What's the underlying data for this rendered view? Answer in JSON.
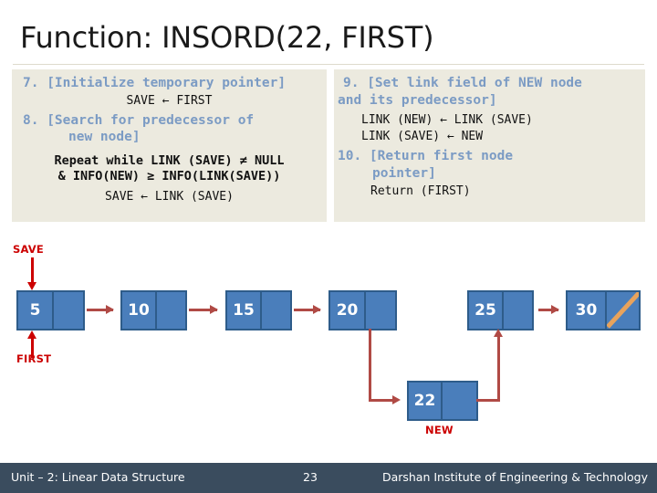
{
  "slide": {
    "title": "Function: INSORD(22, FIRST)",
    "accent_blue": "#7b9bc4",
    "node_fill": "#4a7ebb",
    "node_border": "#2e5c8a",
    "arrow_color": "#b04a45",
    "pointer_color": "#cc0000",
    "panel_bg": "#eceadf",
    "footer_bg": "#3a4c5e"
  },
  "algorithm": {
    "left_panel": [
      {
        "kind": "step",
        "text": "7. [Initialize temporary pointer]"
      },
      {
        "kind": "code",
        "text": "SAVE ← FIRST"
      },
      {
        "kind": "step",
        "text": "8. [Search for predecessor of"
      },
      {
        "kind": "step",
        "text": "new node]"
      },
      {
        "kind": "codeb",
        "text": "Repeat while LINK (SAVE) ≠ NULL"
      },
      {
        "kind": "codeb",
        "text": "& INFO(NEW) ≥ INFO(LINK(SAVE))"
      },
      {
        "kind": "code",
        "text": "SAVE ← LINK (SAVE)"
      }
    ],
    "right_panel": [
      {
        "kind": "step",
        "text": "9. [Set link field of NEW node"
      },
      {
        "kind": "step",
        "text": "and its predecessor]"
      },
      {
        "kind": "code",
        "text": "LINK (NEW) ← LINK (SAVE)"
      },
      {
        "kind": "code",
        "text": "LINK (SAVE) ← NEW"
      },
      {
        "kind": "step",
        "text": "10. [Return first node"
      },
      {
        "kind": "step",
        "text": "pointer]"
      },
      {
        "kind": "code",
        "text": "Return (FIRST)"
      }
    ]
  },
  "diagram": {
    "list_nodes": [
      {
        "value": "5",
        "has_null_slash": false
      },
      {
        "value": "10",
        "has_null_slash": false
      },
      {
        "value": "15",
        "has_null_slash": false
      },
      {
        "value": "20",
        "has_null_slash": false
      },
      {
        "value": "25",
        "has_null_slash": false
      },
      {
        "value": "30",
        "has_null_slash": true
      }
    ],
    "new_node": {
      "value": "22"
    },
    "pointers": {
      "save": "SAVE",
      "first": "FIRST",
      "new": "NEW"
    }
  },
  "footer": {
    "unit": "Unit – 2: Linear Data Structure",
    "page": "23",
    "institute": "Darshan Institute of Engineering & Technology"
  }
}
